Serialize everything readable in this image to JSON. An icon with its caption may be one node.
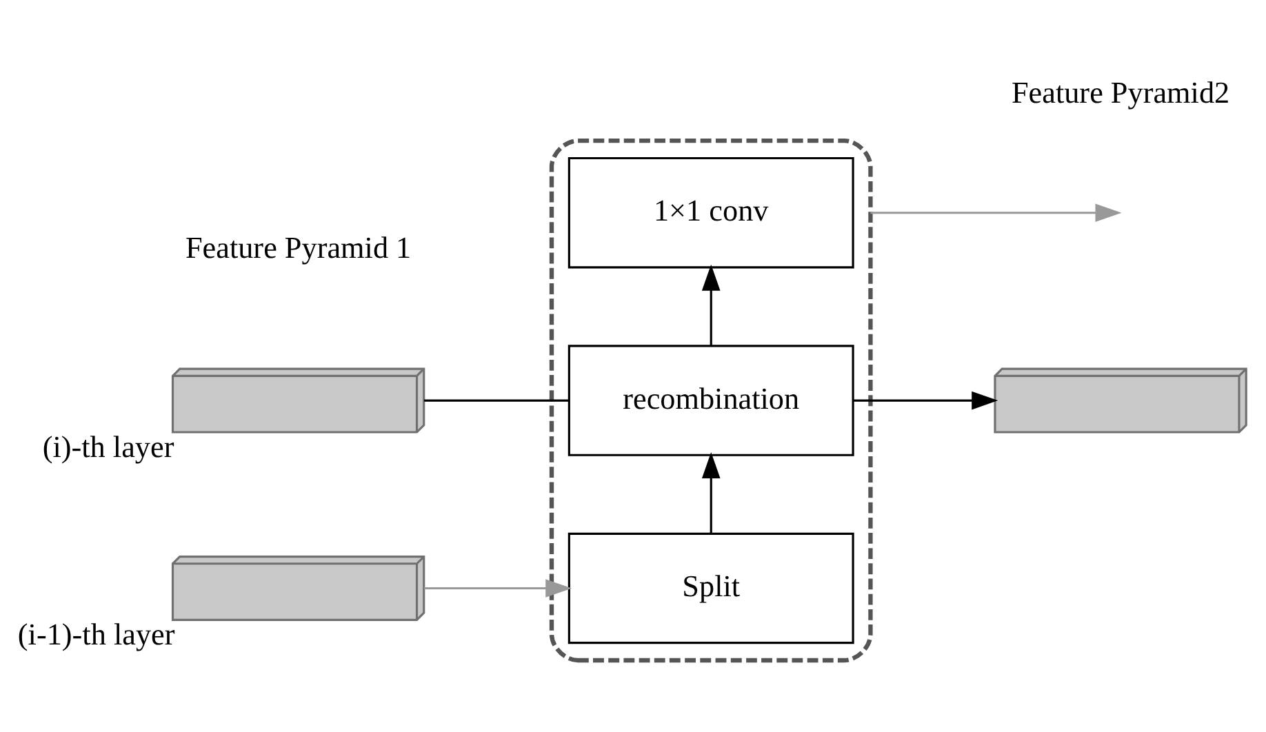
{
  "diagram": {
    "nodes": [
      {
        "text": [],
        "shape": "box"
      },
      {
        "text": [
          "1×1 conv"
        ],
        "in": 0
      },
      {
        "text": [
          "recombination"
        ],
        "in": 0
      },
      {
        "text": [
          "Split"
        ],
        "in": 0
      },
      {
        "text": [],
        "shape": "box",
        "beside": [
          "(i)-th layer"
        ]
      },
      {
        "text": [],
        "shape": "box",
        "beside": [
          "(i-1)-th layer"
        ]
      },
      {
        "text": [],
        "shape": "box"
      }
    ],
    "edges": [
      {
        "from": 4,
        "to": 2,
        "arrow": "none"
      },
      {
        "from": 3,
        "to": 2,
        "arrow": "to"
      },
      {
        "from": 2,
        "to": 1,
        "arrow": "to"
      },
      {
        "from": 5,
        "to": 3,
        "arrow": "to",
        "color": "#999999"
      },
      {
        "from": 2,
        "to": 6,
        "arrow": "to"
      },
      {
        "from": 0,
        "to": null,
        "arrow": "to",
        "color": "#999999"
      }
    ],
    "labels": [
      "Feature Pyramid 1",
      "Feature Pyramid2"
    ]
  }
}
